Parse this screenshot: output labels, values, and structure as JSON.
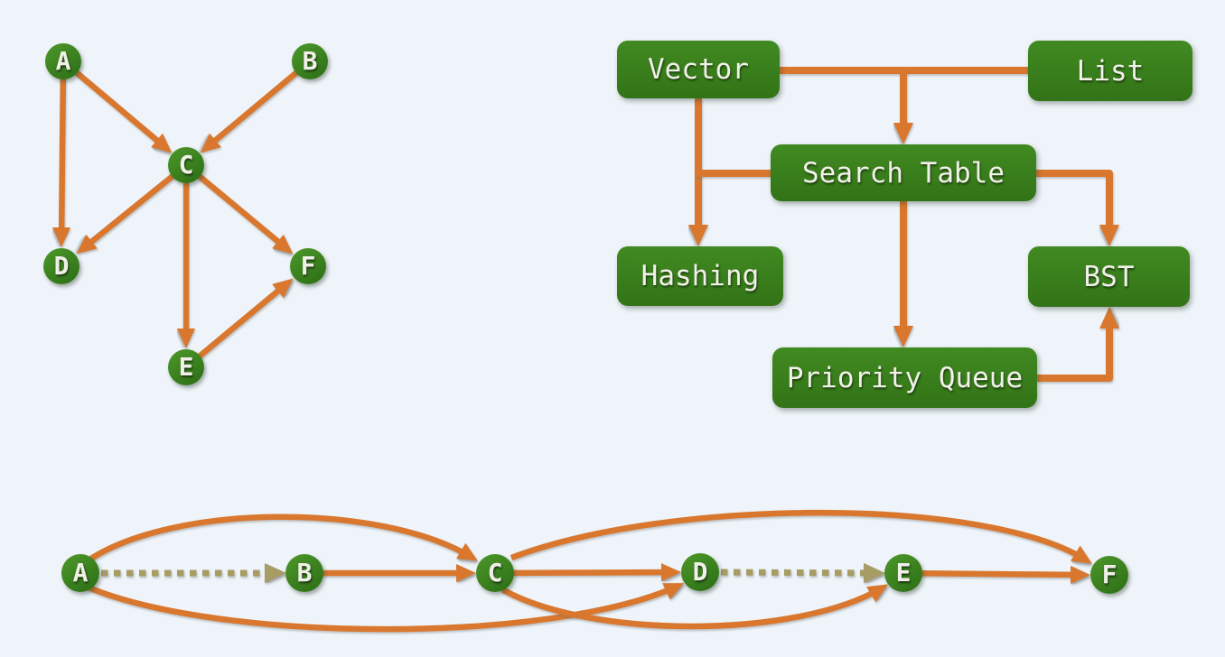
{
  "colors": {
    "background": "#eef4f9",
    "node_green": "#3a831d",
    "box_green": "#3a831d",
    "edge_orange": "#d9772e",
    "dashed_olive": "#a79c64",
    "label_text": "#f2f1e9"
  },
  "graph_top_left": {
    "type": "directed-graph",
    "nodes": [
      {
        "id": "A",
        "label": "A"
      },
      {
        "id": "B",
        "label": "B"
      },
      {
        "id": "C",
        "label": "C"
      },
      {
        "id": "D",
        "label": "D"
      },
      {
        "id": "E",
        "label": "E"
      },
      {
        "id": "F",
        "label": "F"
      }
    ],
    "edges": [
      {
        "from": "A",
        "to": "C",
        "style": "solid-arrow"
      },
      {
        "from": "B",
        "to": "C",
        "style": "solid-arrow"
      },
      {
        "from": "A",
        "to": "D",
        "style": "solid-arrow"
      },
      {
        "from": "C",
        "to": "D",
        "style": "solid-arrow"
      },
      {
        "from": "C",
        "to": "E",
        "style": "solid-arrow"
      },
      {
        "from": "C",
        "to": "F",
        "style": "solid-arrow"
      },
      {
        "from": "E",
        "to": "F",
        "style": "solid-arrow"
      }
    ]
  },
  "flowchart": {
    "type": "container-hierarchy",
    "boxes": [
      {
        "id": "vector",
        "label": "Vector"
      },
      {
        "id": "list",
        "label": "List"
      },
      {
        "id": "search-table",
        "label": "Search Table"
      },
      {
        "id": "hashing",
        "label": "Hashing"
      },
      {
        "id": "bst",
        "label": "BST"
      },
      {
        "id": "priority-queue",
        "label": "Priority Queue"
      }
    ],
    "connections": [
      {
        "from": "Vector",
        "to": "List",
        "arrowhead": false
      },
      {
        "from": "Vector-List line",
        "to": "Search Table",
        "arrowhead": true
      },
      {
        "from": "Vector",
        "to": "Hashing",
        "arrowhead": true
      },
      {
        "from": "Search Table",
        "to": "Vector-Hashing line",
        "arrowhead": false
      },
      {
        "from": "Search Table",
        "to": "Priority Queue",
        "arrowhead": true
      },
      {
        "from": "Search Table",
        "to": "BST",
        "arrowhead": true
      },
      {
        "from": "Priority Queue",
        "to": "BST",
        "arrowhead": true
      }
    ]
  },
  "graph_bottom": {
    "type": "directed-graph-linear",
    "nodes": [
      {
        "id": "A",
        "label": "A"
      },
      {
        "id": "B",
        "label": "B"
      },
      {
        "id": "C",
        "label": "C"
      },
      {
        "id": "D",
        "label": "D"
      },
      {
        "id": "E",
        "label": "E"
      },
      {
        "id": "F",
        "label": "F"
      }
    ],
    "edges": [
      {
        "from": "A",
        "to": "B",
        "style": "dashed-arrow"
      },
      {
        "from": "B",
        "to": "C",
        "style": "solid-arrow"
      },
      {
        "from": "C",
        "to": "D",
        "style": "solid-arrow"
      },
      {
        "from": "D",
        "to": "E",
        "style": "dashed-arrow"
      },
      {
        "from": "E",
        "to": "F",
        "style": "solid-arrow"
      },
      {
        "from": "A",
        "to": "C",
        "style": "arc-above"
      },
      {
        "from": "C",
        "to": "F",
        "style": "arc-above"
      },
      {
        "from": "A",
        "to": "D",
        "style": "arc-below"
      },
      {
        "from": "C",
        "to": "E",
        "style": "arc-below"
      }
    ]
  }
}
